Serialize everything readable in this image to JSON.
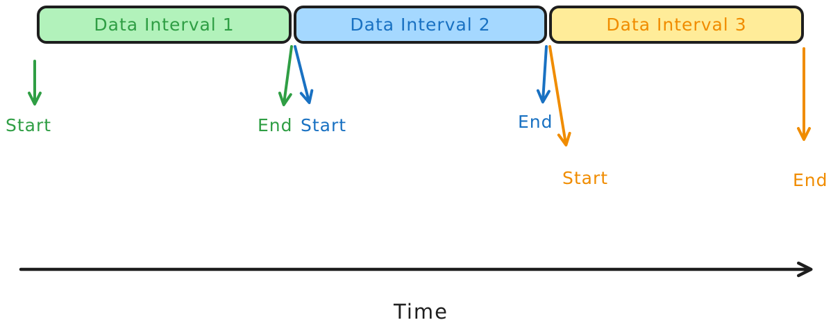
{
  "diagram": {
    "intervals": [
      {
        "label": "Data Interval 1",
        "fill_color": "#b2f2bb",
        "accent_color": "#2f9e44",
        "start_label": "Start",
        "end_label": "End"
      },
      {
        "label": "Data Interval 2",
        "fill_color": "#a5d8ff",
        "accent_color": "#1971c2",
        "start_label": "Start",
        "end_label": "End"
      },
      {
        "label": "Data Interval 3",
        "fill_color": "#ffec99",
        "accent_color": "#f08c00",
        "start_label": "Start",
        "end_label": "End"
      }
    ],
    "axis": {
      "label": "Time",
      "color": "#1e1e1e"
    },
    "box_border_color": "#1e1e1e",
    "background_color": "#ffffff"
  }
}
